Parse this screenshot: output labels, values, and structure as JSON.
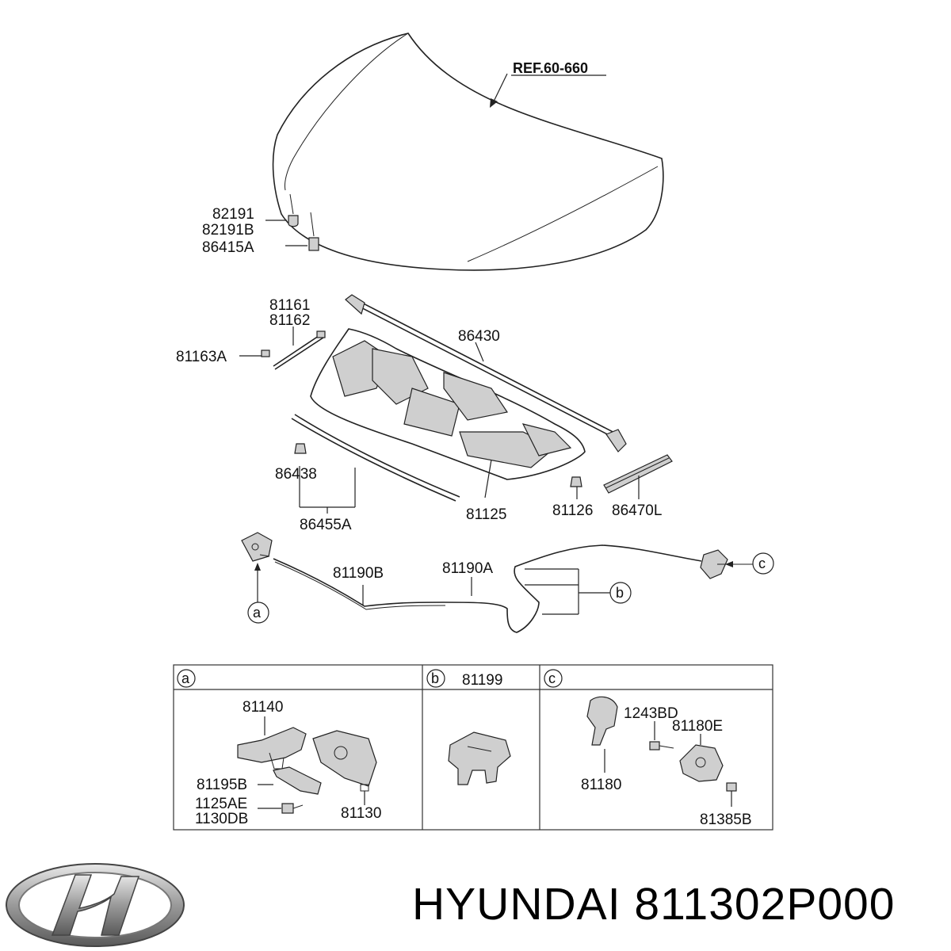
{
  "diagram": {
    "ref_label": "REF.60-660",
    "hood_labels": [
      "82191",
      "82191B",
      "86415A"
    ],
    "strut_labels": [
      "81161",
      "81162",
      "81163A"
    ],
    "insulator_labels": [
      "86430",
      "86438",
      "86455A",
      "81125",
      "81126",
      "86470L"
    ],
    "cable_labels": [
      "81190B",
      "81190A"
    ],
    "callouts": [
      "a",
      "b",
      "c"
    ],
    "table": {
      "a": {
        "key": "a",
        "parts": [
          "81140",
          "81195B",
          "1125AE",
          "1130DB",
          "81130"
        ]
      },
      "b": {
        "key": "b",
        "header_part": "81199"
      },
      "c": {
        "key": "c",
        "parts": [
          "1243BD",
          "81180E",
          "81180",
          "81385B"
        ]
      }
    }
  },
  "footer": {
    "brand": "HYUNDAI",
    "part_number": "811302P000",
    "title": "HYUNDAI 811302P000",
    "logo_icon": "hyundai-logo"
  }
}
